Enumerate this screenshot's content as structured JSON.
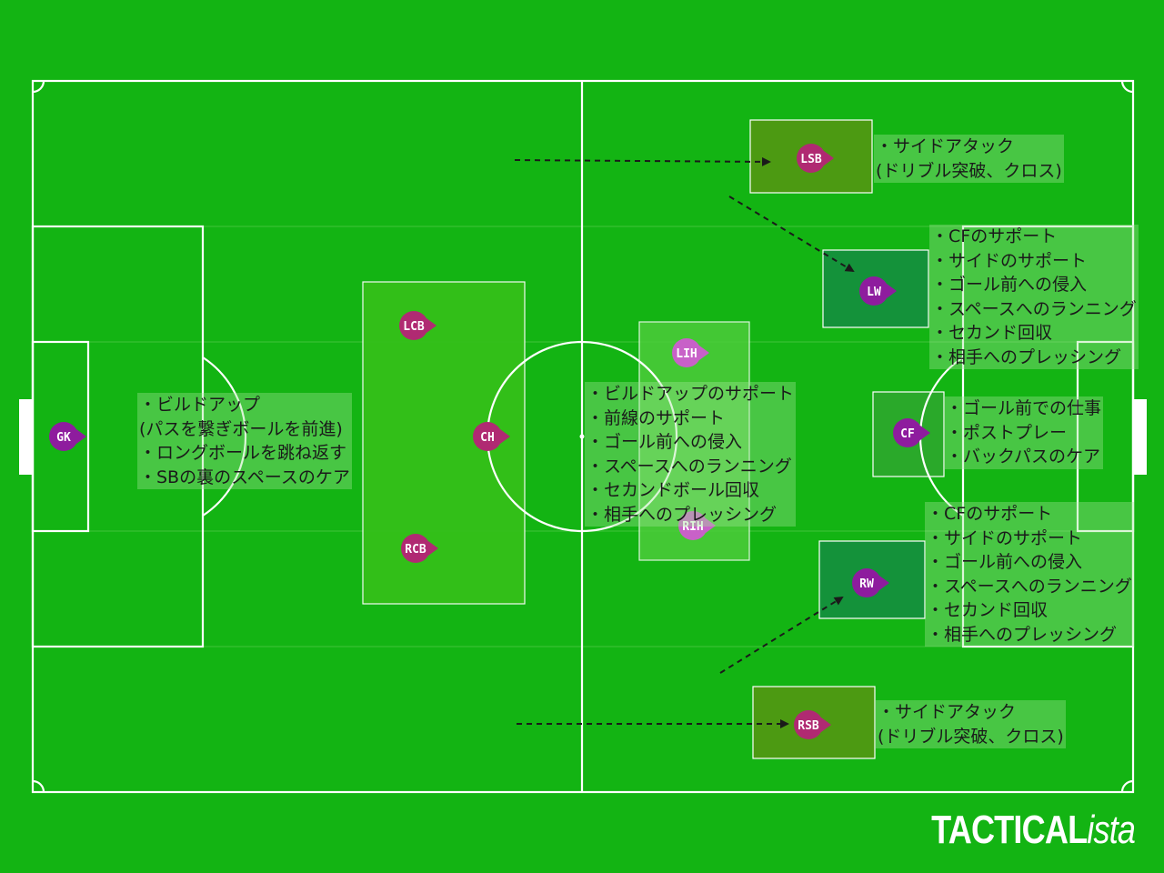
{
  "colors": {
    "grass": "#13b413",
    "line": "#ffffff",
    "player_magenta": "#b02a72",
    "player_purple": "#8e1c9e",
    "player_light": "#c861c8",
    "zone_dark": "#4c9a12",
    "zone_light": "#34c019",
    "zone_deep": "#14923a"
  },
  "players": [
    {
      "id": "gk",
      "label": "GK",
      "color": "#8e1c9e"
    },
    {
      "id": "lcb",
      "label": "LCB",
      "color": "#b02a72"
    },
    {
      "id": "rcb",
      "label": "RCB",
      "color": "#b02a72"
    },
    {
      "id": "ch",
      "label": "CH",
      "color": "#b02a72"
    },
    {
      "id": "lih",
      "label": "LIH",
      "color": "#c861c8"
    },
    {
      "id": "rih",
      "label": "RIH",
      "color": "#c861c8"
    },
    {
      "id": "lsb",
      "label": "LSB",
      "color": "#b02a72"
    },
    {
      "id": "rsb",
      "label": "RSB",
      "color": "#b02a72"
    },
    {
      "id": "lw",
      "label": "LW",
      "color": "#8e1c9e"
    },
    {
      "id": "rw",
      "label": "RW",
      "color": "#8e1c9e"
    },
    {
      "id": "cf",
      "label": "CF",
      "color": "#8e1c9e"
    }
  ],
  "notes": {
    "gk": [
      "・ビルドアップ",
      "(パスを繋ぎボールを前進)",
      "・ロングボールを跳ね返す",
      "・SBの裏のスペースのケア"
    ],
    "mid": [
      "・ビルドアップのサポート",
      "・前線のサポート",
      "・ゴール前への侵入",
      "・スペースへのランニング",
      "・セカンドボール回収",
      "・相手へのプレッシング"
    ],
    "lsb": [
      "・サイドアタック",
      "(ドリブル突破、クロス)"
    ],
    "lw": [
      "・CFのサポート",
      "・サイドのサポート",
      "・ゴール前への侵入",
      "・スペースへのランニング",
      "・セカンド回収",
      "・相手へのプレッシング"
    ],
    "cf": [
      "・ゴール前での仕事",
      "・ポストプレー",
      "・バックパスのケア"
    ],
    "rw": [
      "・CFのサポート",
      "・サイドのサポート",
      "・ゴール前への侵入",
      "・スペースへのランニング",
      "・セカンド回収",
      "・相手へのプレッシング"
    ],
    "rsb": [
      "・サイドアタック",
      "(ドリブル突破、クロス)"
    ]
  },
  "logo": {
    "main": "TACTICAL",
    "suffix": "ista"
  }
}
